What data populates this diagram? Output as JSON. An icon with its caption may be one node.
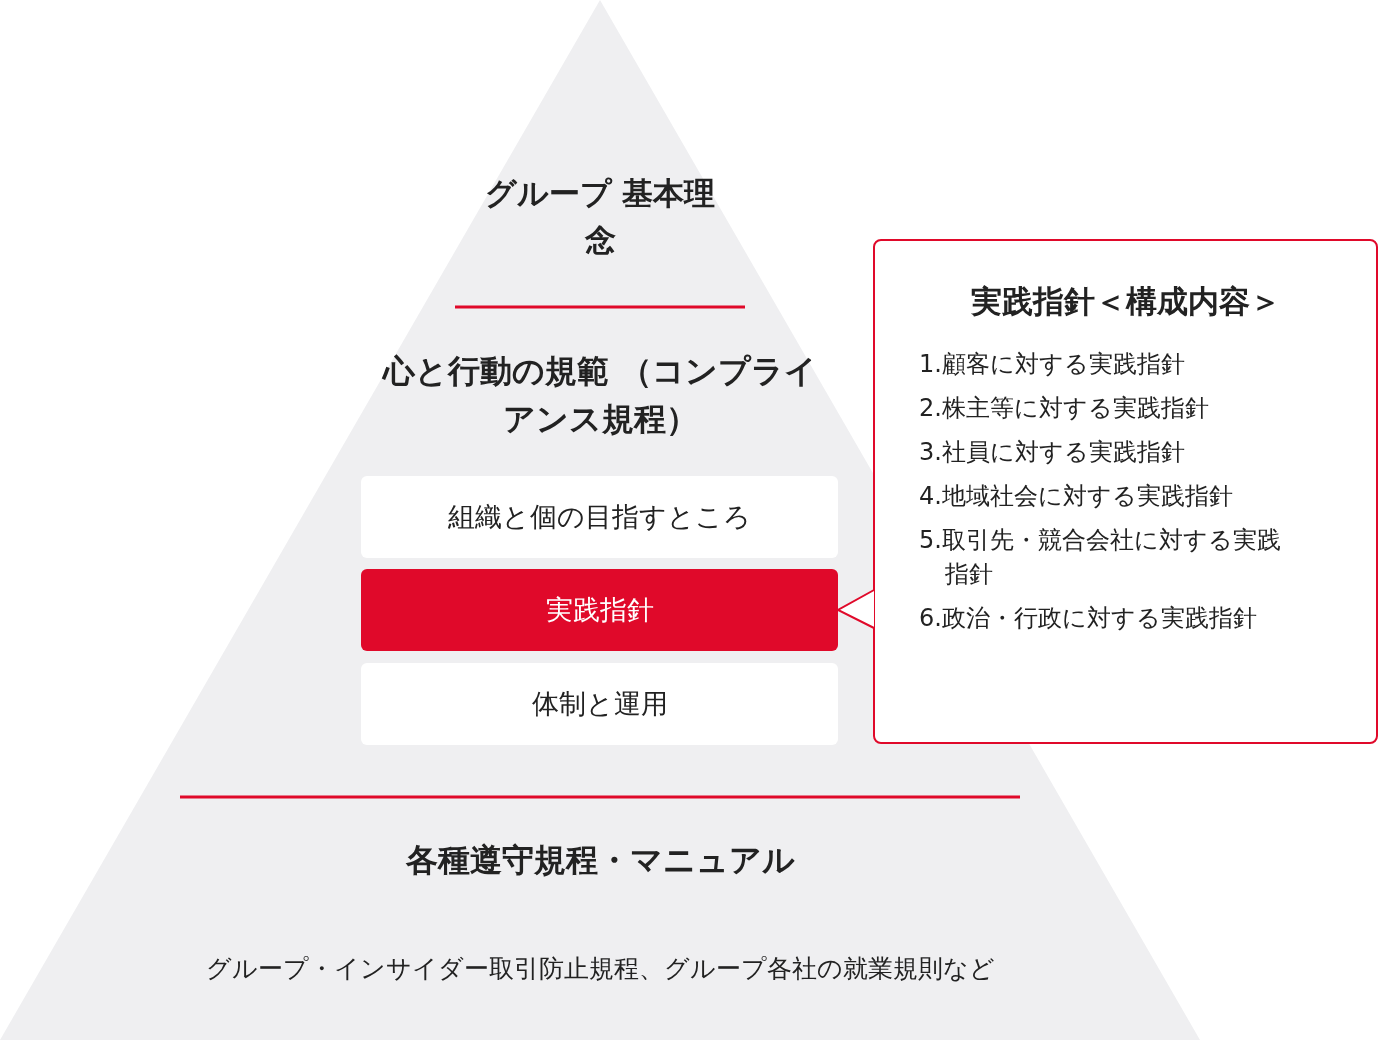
{
  "diagram": {
    "nodes": [
      {
        "text": [
          "グループ 基本理念",
          "心と行動の規範 （コンプライアンス規程）",
          "各種遵守規程・マニュアル",
          "グループ・インサイダー取引防止規程、グループ各社の就業規則など"
        ]
      },
      {
        "text": [
          "組織と個の目指すところ"
        ],
        "in": 0
      },
      {
        "text": [
          "実践指針"
        ],
        "in": 0
      },
      {
        "text": [
          "体制と運用"
        ],
        "in": 0
      },
      {
        "text": [
          "実践指針＜構成内容＞",
          "1.顧客に対する実践指針",
          "2.株主等に対する実践指針",
          "3.社員に対する実践指針",
          "4.地域社会に対する実践指針",
          "5.取引先・競合会社に対する実践指針",
          "6.政治・行政に対する実践指針"
        ]
      }
    ],
    "edges": [
      {
        "from": 4,
        "to": 2,
        "arrow": "to"
      }
    ]
  }
}
